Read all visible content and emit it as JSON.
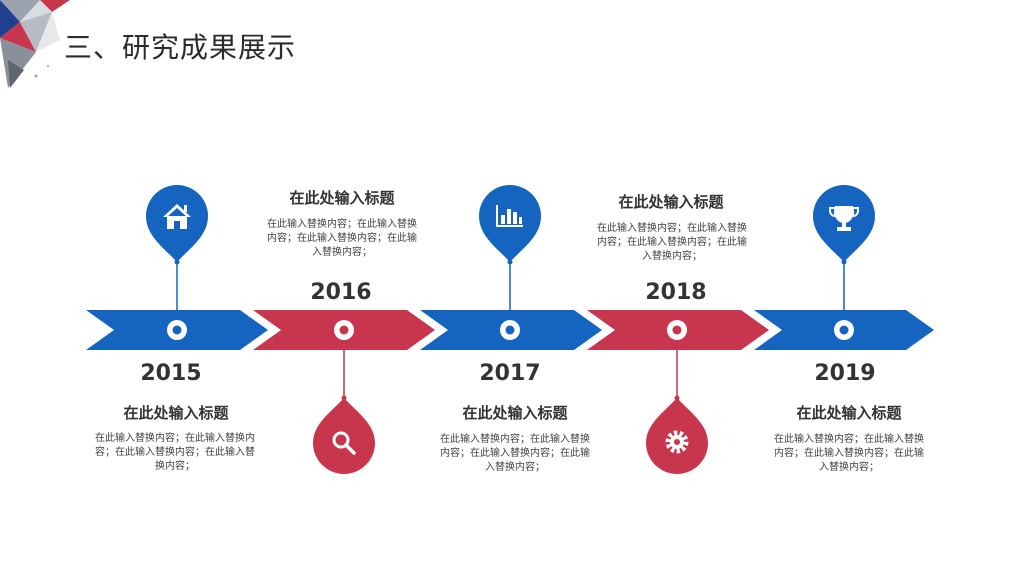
{
  "slide": {
    "title": "三、研究成果展示"
  },
  "colors": {
    "blue": "#1565c0",
    "red": "#c8364e",
    "text": "#333333"
  },
  "timeline": {
    "items": [
      {
        "year": "2015",
        "heading": "在此处输入标题",
        "description": "在此输入替换内容；在此输入替换内容；在此输入替换内容；在此输入替换内容；",
        "icon": "home-icon",
        "color": "blue"
      },
      {
        "year": "2016",
        "heading": "在此处输入标题",
        "description": "在此输入替换内容；在此输入替换内容；在此输入替换内容；在此输入替换内容；",
        "icon": "search-icon",
        "color": "red"
      },
      {
        "year": "2017",
        "heading": "在此处输入标题",
        "description": "在此输入替换内容；在此输入替换内容；在此输入替换内容；在此输入替换内容；",
        "icon": "bar-chart-icon",
        "color": "blue"
      },
      {
        "year": "2018",
        "heading": "在此处输入标题",
        "description": "在此输入替换内容；在此输入替换内容；在此输入替换内容；在此输入替换内容；",
        "icon": "gear-icon",
        "color": "red"
      },
      {
        "year": "2019",
        "heading": "在此处输入标题",
        "description": "在此输入替换内容；在此输入替换内容；在此输入替换内容；在此输入替换内容；",
        "icon": "trophy-icon",
        "color": "blue"
      }
    ]
  }
}
